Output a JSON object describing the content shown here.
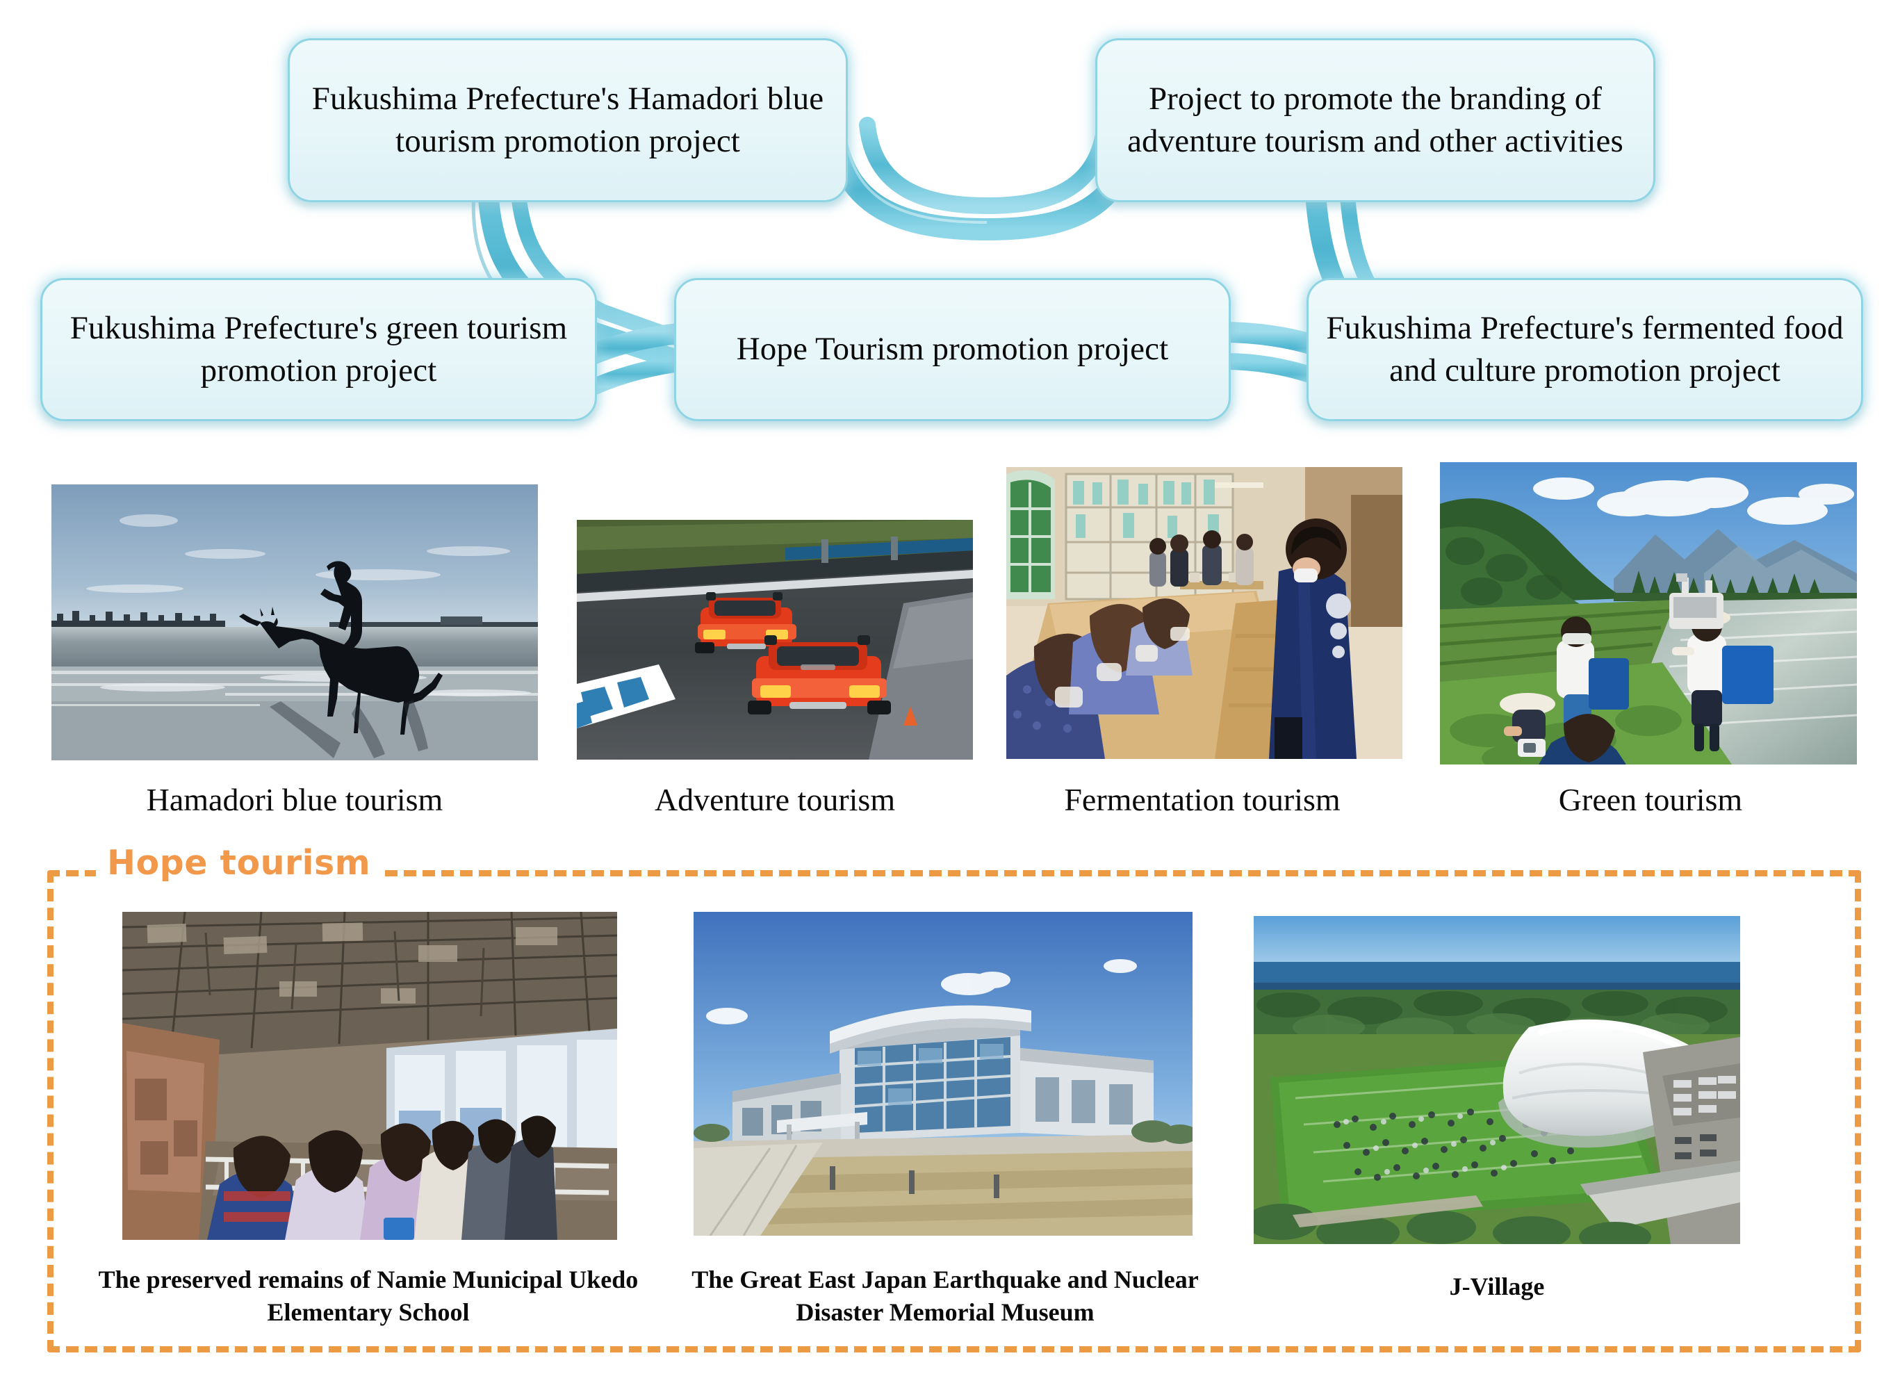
{
  "diagram": {
    "theme": {
      "box_fill": "#e8f6fa",
      "box_border": "#8ed4e4",
      "ring_color": "#62c0d8",
      "hope_accent": "#ed9a45"
    },
    "nodes": [
      {
        "id": "hamadori-blue",
        "label": "Fukushima Prefecture's Hamadori blue tourism promotion project"
      },
      {
        "id": "adventure-branding",
        "label": "Project to promote the branding of adventure tourism and other activities"
      },
      {
        "id": "green-tourism",
        "label": "Fukushima Prefecture's green tourism promotion project"
      },
      {
        "id": "hope-tourism",
        "label": "Hope Tourism promotion project"
      },
      {
        "id": "fermented-food",
        "label": "Fukushima Prefecture's fermented food and culture promotion project"
      }
    ]
  },
  "gallery": {
    "items": [
      {
        "id": "hamadori-blue-tourism",
        "caption": "Hamadori blue tourism",
        "alt": "Silhouette of a horse and rider on a beach at sunset"
      },
      {
        "id": "adventure-tourism",
        "caption": "Adventure tourism",
        "alt": "Two red race cars on a circuit track"
      },
      {
        "id": "fermentation-tourism",
        "caption": "Fermentation tourism",
        "alt": "Visitors at a fermentation workshop with a guide in a navy happi coat"
      },
      {
        "id": "green-tourism",
        "caption": "Green tourism",
        "alt": "People planting rice in a flooded paddy field with mountains behind"
      }
    ]
  },
  "hope_section": {
    "title": "Hope tourism",
    "items": [
      {
        "id": "ukedo-school",
        "caption": "The preserved remains of Namie Municipal Ukedo Elementary School",
        "alt": "Interior of a damaged school building with a visiting group"
      },
      {
        "id": "memorial-museum",
        "caption": "The Great East Japan Earthquake and Nuclear Disaster Memorial Museum",
        "alt": "Modern museum building under a blue sky"
      },
      {
        "id": "j-village",
        "caption": "J-Village",
        "alt": "Aerial view of a sports complex with a white domed stadium by the sea"
      }
    ]
  }
}
